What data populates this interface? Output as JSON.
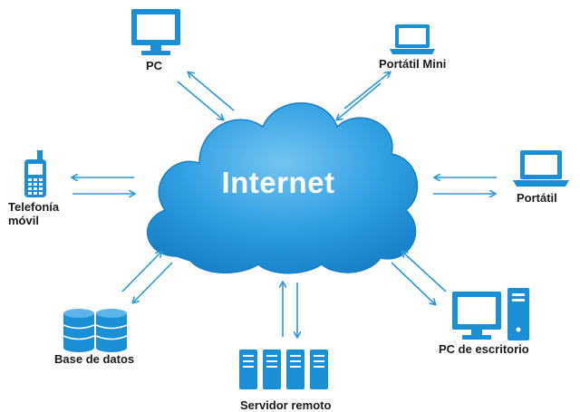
{
  "center": {
    "label": "Internet"
  },
  "nodes": {
    "pc": "PC",
    "portatil_mini": "Portátil Mini",
    "telefonia_movil": "Telefonía\nmóvil",
    "portatil": "Portátil",
    "base_de_datos": "Base de datos",
    "servidor_remoto": "Servidor remoto",
    "pc_de_escritorio": "PC de escritorio"
  },
  "icons": {
    "pc": "desktop-monitor-icon",
    "portatil_mini": "laptop-icon",
    "telefonia_movil": "mobile-phone-icon",
    "portatil": "laptop-icon",
    "base_de_datos": "database-icon",
    "servidor_remoto": "server-rack-icon",
    "pc_de_escritorio": "desktop-tower-icon"
  },
  "colors": {
    "accent": "#1a8fd6",
    "cloud_fill": "#2a9be0",
    "cloud_highlight": "#7cc7f2",
    "arrow": "#2b98db"
  }
}
